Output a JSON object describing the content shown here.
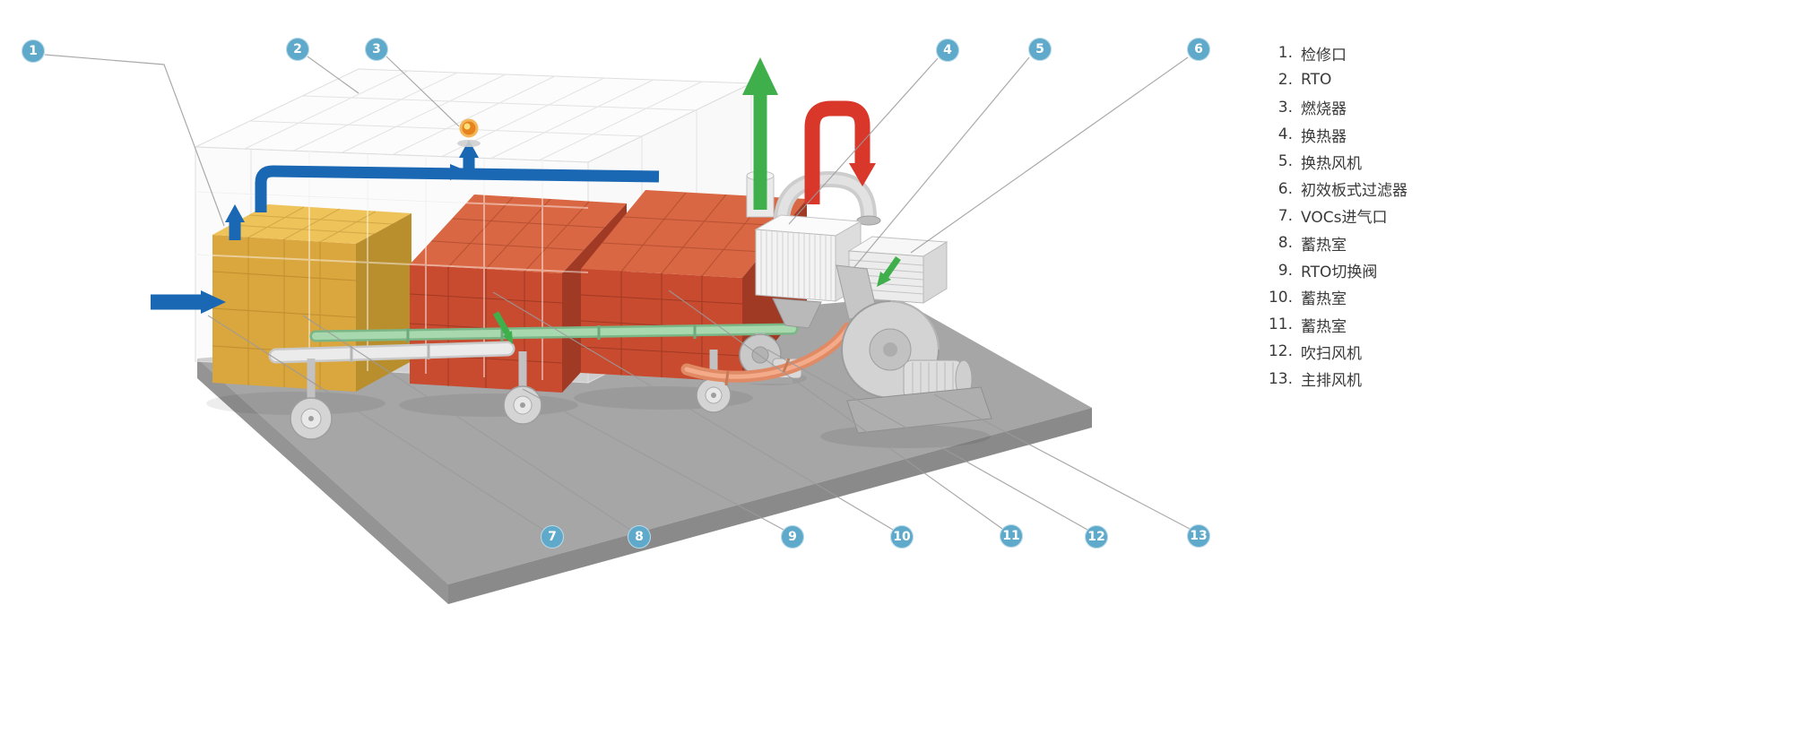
{
  "legend": {
    "items": [
      {
        "num": "1.",
        "label": "检修口"
      },
      {
        "num": "2.",
        "label": "RTO"
      },
      {
        "num": "3.",
        "label": "燃烧器"
      },
      {
        "num": "4.",
        "label": "换热器"
      },
      {
        "num": "5.",
        "label": "换热风机"
      },
      {
        "num": "6.",
        "label": "初效板式过滤器"
      },
      {
        "num": "7.",
        "label": "VOCs进气口"
      },
      {
        "num": "8.",
        "label": "蓄热室"
      },
      {
        "num": "9.",
        "label": "RTO切换阀"
      },
      {
        "num": "10.",
        "label": "蓄热室"
      },
      {
        "num": "11.",
        "label": "蓄热室"
      },
      {
        "num": "12.",
        "label": "吹扫风机"
      },
      {
        "num": "13.",
        "label": "主排风机"
      }
    ]
  },
  "callouts": [
    {
      "n": "1"
    },
    {
      "n": "2"
    },
    {
      "n": "3"
    },
    {
      "n": "4"
    },
    {
      "n": "5"
    },
    {
      "n": "6"
    },
    {
      "n": "7"
    },
    {
      "n": "8"
    },
    {
      "n": "9"
    },
    {
      "n": "10"
    },
    {
      "n": "11"
    },
    {
      "n": "12"
    },
    {
      "n": "13"
    }
  ],
  "colors": {
    "badge": "#5fa9ca",
    "flow_in": "#1a67b3",
    "exhaust": "#3faf4c",
    "bypass": "#d8372a",
    "chamber_yellow": "#daa63e",
    "chamber_red": "#c84b30"
  }
}
